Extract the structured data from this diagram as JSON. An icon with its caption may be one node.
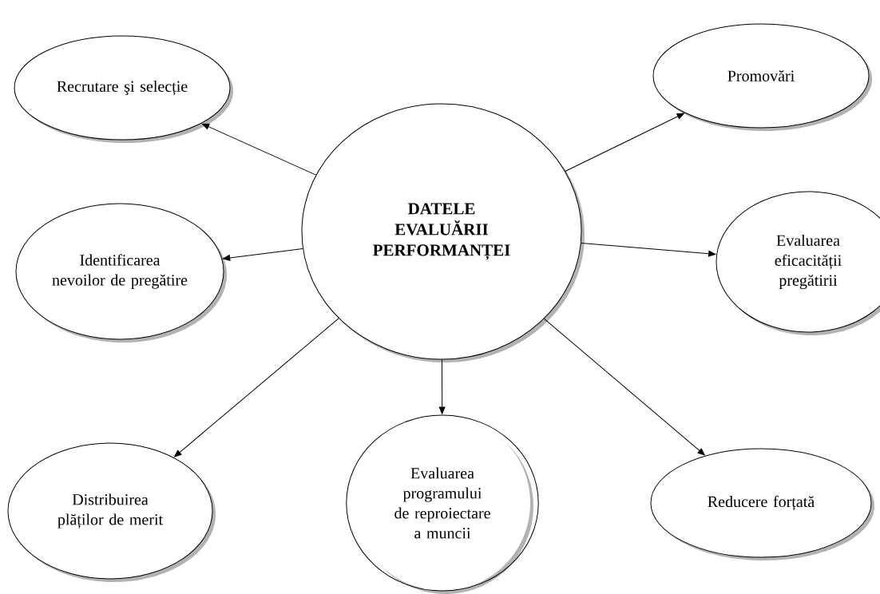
{
  "diagram": {
    "nodes": [
      {
        "text": [
          "DATELE EVALUĂRII PERFORMANȚEI"
        ]
      },
      {
        "text": [
          "Recrutare şi selecție"
        ]
      },
      {
        "text": [
          "Promovări"
        ]
      },
      {
        "text": [
          "Identificarea nevoilor de pregătire"
        ]
      },
      {
        "text": [
          "Evaluarea eficacității pregătirii"
        ]
      },
      {
        "text": [
          "Distribuirea plăților de merit"
        ]
      },
      {
        "text": [
          "Evaluarea programului de reproiectare a muncii"
        ]
      },
      {
        "text": [
          "Reducere forțată"
        ]
      }
    ],
    "edges": [
      {
        "from": 0,
        "to": 1,
        "arrow": "to"
      },
      {
        "from": 0,
        "to": 2,
        "arrow": "to"
      },
      {
        "from": 0,
        "to": 3,
        "arrow": "to"
      },
      {
        "from": 0,
        "to": 4,
        "arrow": "to"
      },
      {
        "from": 0,
        "to": 5,
        "arrow": "to"
      },
      {
        "from": 0,
        "to": 6,
        "arrow": "to"
      },
      {
        "from": 0,
        "to": 7,
        "arrow": "to"
      }
    ]
  }
}
